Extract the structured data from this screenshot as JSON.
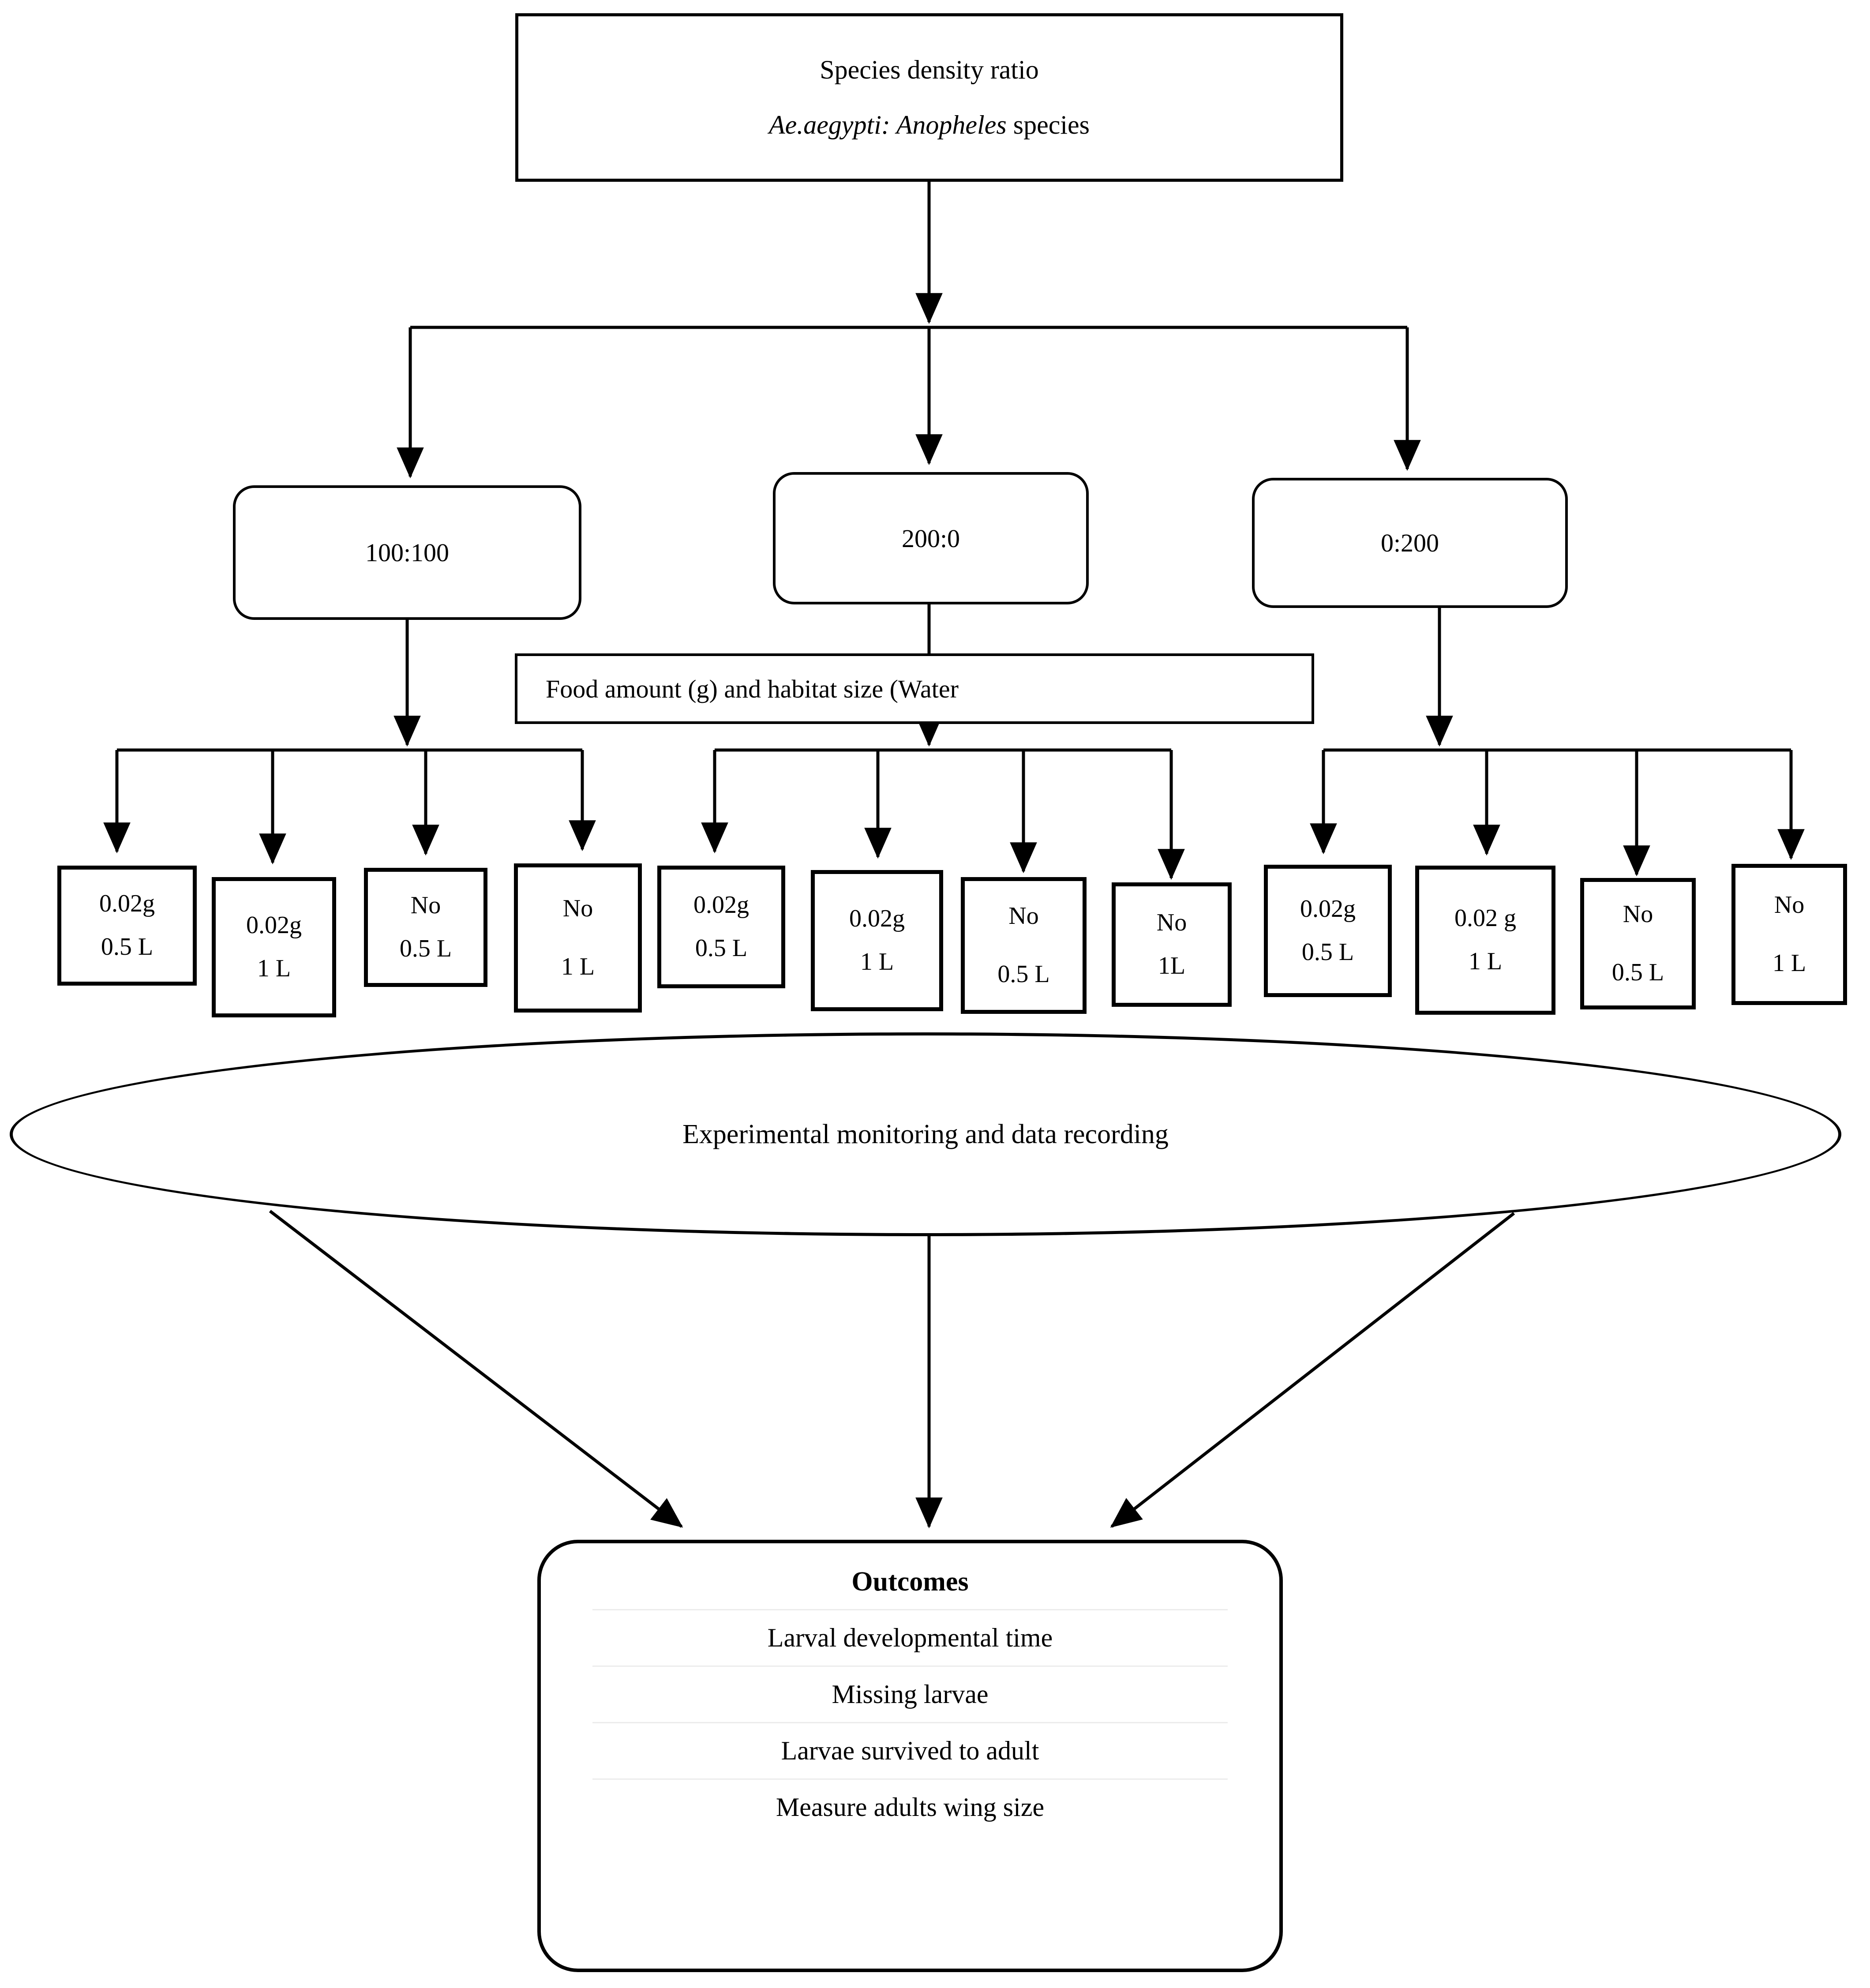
{
  "root": {
    "title": "Species density ratio",
    "subtitle_italic": "Ae.aegypti: Anopheles",
    "subtitle_tail": " species"
  },
  "ratios": [
    {
      "label": "100:100"
    },
    {
      "label": "200:0"
    },
    {
      "label": "0:200"
    }
  ],
  "food": {
    "label": "Food amount (g) and habitat size (Water"
  },
  "treatments": [
    {
      "food": "0.02g",
      "volume": "0.5 L"
    },
    {
      "food": "0.02g",
      "volume": "1 L"
    },
    {
      "food": "No",
      "volume": "0.5 L"
    },
    {
      "food": "No",
      "volume": "1 L"
    },
    {
      "food": "0.02g",
      "volume": "0.5 L"
    },
    {
      "food": "0.02g",
      "volume": "1 L"
    },
    {
      "food": "No",
      "volume": "0.5 L"
    },
    {
      "food": "No",
      "volume": "1L"
    },
    {
      "food": "0.02g",
      "volume": "0.5 L"
    },
    {
      "food": "0.02 g",
      "volume": "1 L"
    },
    {
      "food": "No",
      "volume": "0.5 L"
    },
    {
      "food": "No",
      "volume": "1 L"
    }
  ],
  "monitoring": {
    "label": "Experimental monitoring and data recording"
  },
  "outcomes": {
    "title": "Outcomes",
    "items": [
      "Larval developmental time",
      "Missing larvae",
      "Larvae survived to adult",
      "Measure adults wing size"
    ]
  },
  "colors": {
    "stroke": "#000000",
    "background": "#ffffff",
    "separator": "#ececec"
  }
}
